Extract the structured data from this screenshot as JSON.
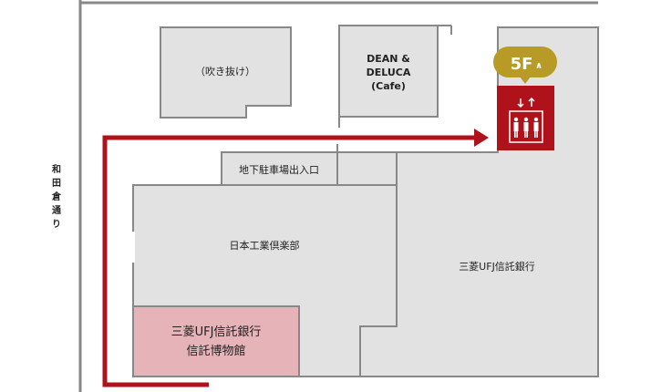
{
  "map": {
    "street_name": [
      "和",
      "田",
      "倉",
      "通",
      "り"
    ],
    "rooms": {
      "atrium": "（吹き抜け）",
      "cafe": [
        "DEAN &",
        "DELUCA",
        "(Cafe)"
      ],
      "parking_entrance": "地下駐車場出入口",
      "club": "日本工業倶楽部",
      "bank": "三菱UFJ信託銀行",
      "museum": [
        "三菱UFJ信託銀行",
        "信託博物館"
      ]
    },
    "elevator": {
      "floor_badge": "5F",
      "badge_arrow": "∧",
      "icon_name": "elevator-icon"
    },
    "colors": {
      "route": "#b0121b",
      "elevator_bg": "#b0121b",
      "badge_bg": "#b89a27",
      "museum_fill": "#e6b3b8",
      "room_fill": "#e2e2e2",
      "wall": "#888888"
    }
  }
}
